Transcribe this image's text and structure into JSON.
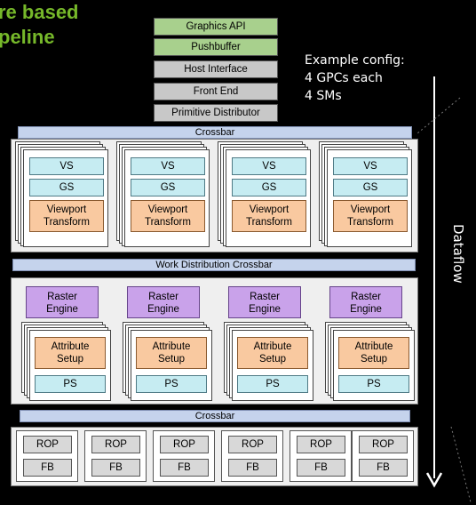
{
  "title": {
    "line1": "re based",
    "line2": "peline"
  },
  "top_stack": [
    "Graphics API",
    "Pushbuffer",
    "Host Interface",
    "Front End",
    "Primitive Distributor"
  ],
  "example": {
    "line1": "Example config:",
    "line2": "4 GPCs each",
    "line3": "4 SMs"
  },
  "crossbar_top": "Crossbar",
  "geometry_units": [
    {
      "vs": "VS",
      "gs": "GS",
      "viewport": "Viewport",
      "transform": "Transform"
    },
    {
      "vs": "VS",
      "gs": "GS",
      "viewport": "Viewport",
      "transform": "Transform"
    },
    {
      "vs": "VS",
      "gs": "GS",
      "viewport": "Viewport",
      "transform": "Transform"
    },
    {
      "vs": "VS",
      "gs": "GS",
      "viewport": "Viewport",
      "transform": "Transform"
    }
  ],
  "work_distribution": "Work Distribution Crossbar",
  "raster_units": [
    {
      "raster1": "Raster",
      "raster2": "Engine",
      "attr1": "Attribute",
      "attr2": "Setup",
      "ps": "PS"
    },
    {
      "raster1": "Raster",
      "raster2": "Engine",
      "attr1": "Attribute",
      "attr2": "Setup",
      "ps": "PS"
    },
    {
      "raster1": "Raster",
      "raster2": "Engine",
      "attr1": "Attribute",
      "attr2": "Setup",
      "ps": "PS"
    },
    {
      "raster1": "Raster",
      "raster2": "Engine",
      "attr1": "Attribute",
      "attr2": "Setup",
      "ps": "PS"
    }
  ],
  "crossbar_bottom": "Crossbar",
  "rop_units": [
    {
      "rop": "ROP",
      "fb": "FB"
    },
    {
      "rop": "ROP",
      "fb": "FB"
    },
    {
      "rop": "ROP",
      "fb": "FB"
    },
    {
      "rop": "ROP",
      "fb": "FB"
    },
    {
      "rop": "ROP",
      "fb": "FB"
    },
    {
      "rop": "ROP",
      "fb": "FB"
    }
  ],
  "dataflow_label": "Dataflow",
  "colors": {
    "title": "#76b82a",
    "green_box": "#a8d08d",
    "gray_box": "#c8c8c8",
    "crossbar": "#c5d3ec",
    "cyan_stage": "#c6ecf2",
    "orange_stage": "#f9c9a0",
    "purple_stage": "#c9a2ea"
  }
}
